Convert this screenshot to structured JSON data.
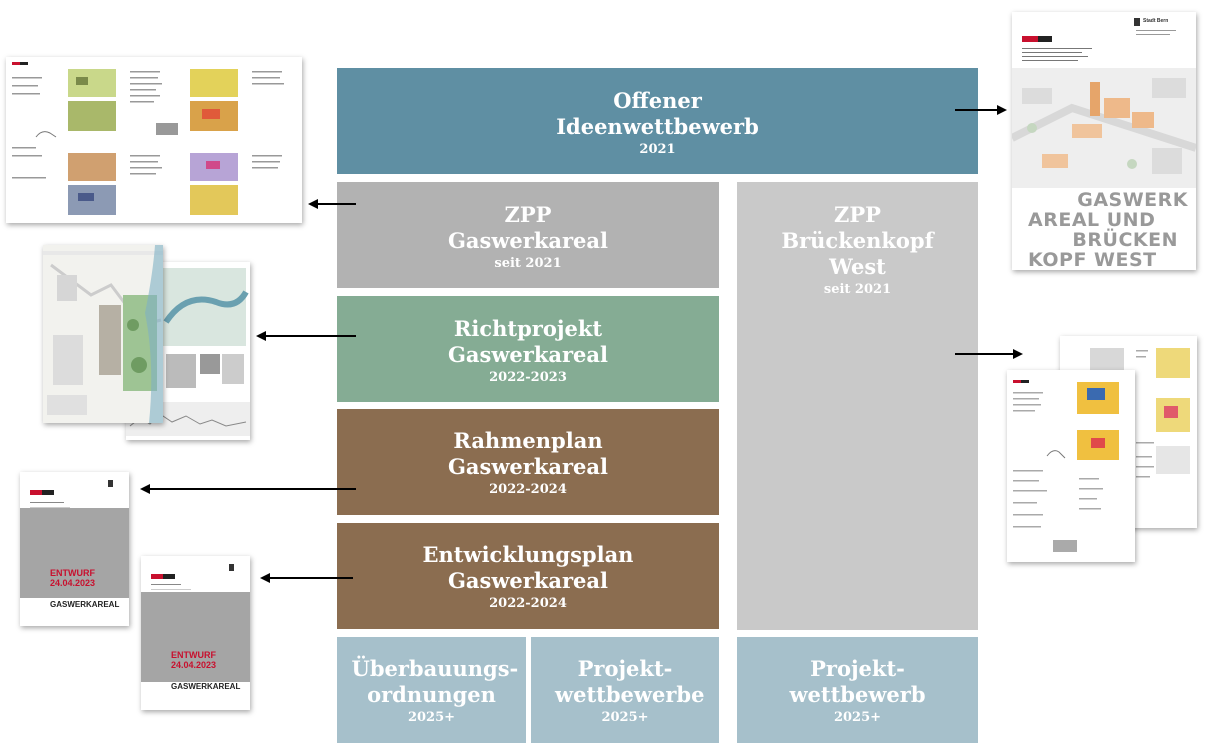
{
  "blocks": {
    "ideenwettbewerb": {
      "title": "Offener Ideenwettbewerb",
      "year": "2021",
      "color": "#5f8fa3"
    },
    "zpp_gaswerk": {
      "title": "ZPP Gaswerkareal",
      "year": "seit 2021",
      "color": "#b2b2b2"
    },
    "zpp_bruecken": {
      "title": "ZPP Brückenkopf West",
      "year": "seit 2021",
      "color": "#c9c9c9"
    },
    "richtprojekt": {
      "title": "Richtprojekt Gaswerkareal",
      "year": "2022-2023",
      "color": "#85ac94"
    },
    "rahmenplan": {
      "title": "Rahmenplan Gaswerkareal",
      "year": "2022-2024",
      "color": "#8b6d50"
    },
    "entwicklungsplan": {
      "title": "Entwicklungsplan Gaswerkareal",
      "year": "2022-2024",
      "color": "#8b6d50"
    },
    "ueberbauung": {
      "title": "Überbauungs-ordnungen",
      "year": "2025+",
      "color": "#a6c0cb"
    },
    "projektwettbewerbe": {
      "title": "Projekt-wettbewerbe",
      "year": "2025+",
      "color": "#a6c0cb"
    },
    "projektwettbewerb": {
      "title": "Projekt-wettbewerb",
      "year": "2025+",
      "color": "#a6c0cb"
    }
  },
  "thumbnails": {
    "report_cover": {
      "title_lines": [
        "GASWERK",
        "AREAL UND",
        "BRÜCKEN",
        "KOPF WEST"
      ],
      "header": "Stadt Bern"
    },
    "rahmenplan_doc": {
      "stamp_line1": "ENTWURF",
      "stamp_line2": "24.04.2023",
      "footer": "GASWERKAREAL"
    },
    "entwicklungsplan_doc": {
      "stamp_line1": "ENTWURF",
      "stamp_line2": "24.04.2023",
      "footer": "GASWERKAREAL"
    }
  }
}
